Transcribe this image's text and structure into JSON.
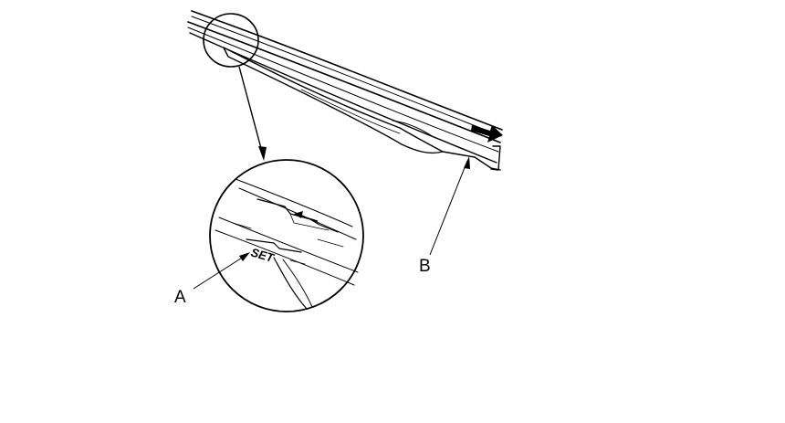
{
  "figure": {
    "callouts": {
      "a": "A",
      "b": "B"
    },
    "detail_marking": "SET",
    "icons": {
      "direction": "slide-direction-arrow-icon",
      "marking_arrow": "left-arrow-marking-icon"
    },
    "colors": {
      "ink": "#000000",
      "paper": "#ffffff"
    }
  }
}
